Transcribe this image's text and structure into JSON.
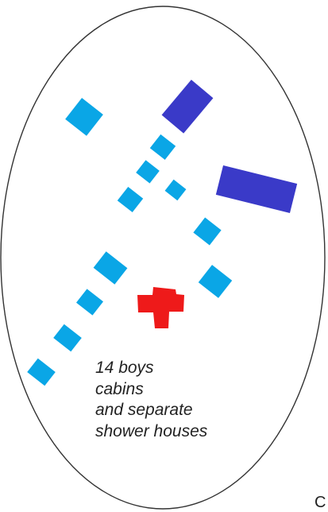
{
  "colors": {
    "boys_cabin": "#0aa6e6",
    "shower_house": "#3a3ac8",
    "central_building": "#ee1a1a",
    "boundary": "#333333"
  },
  "legend": {
    "lines": [
      "14 boys",
      "cabins",
      "and separate",
      "shower houses"
    ]
  },
  "edge_text": "C"
}
